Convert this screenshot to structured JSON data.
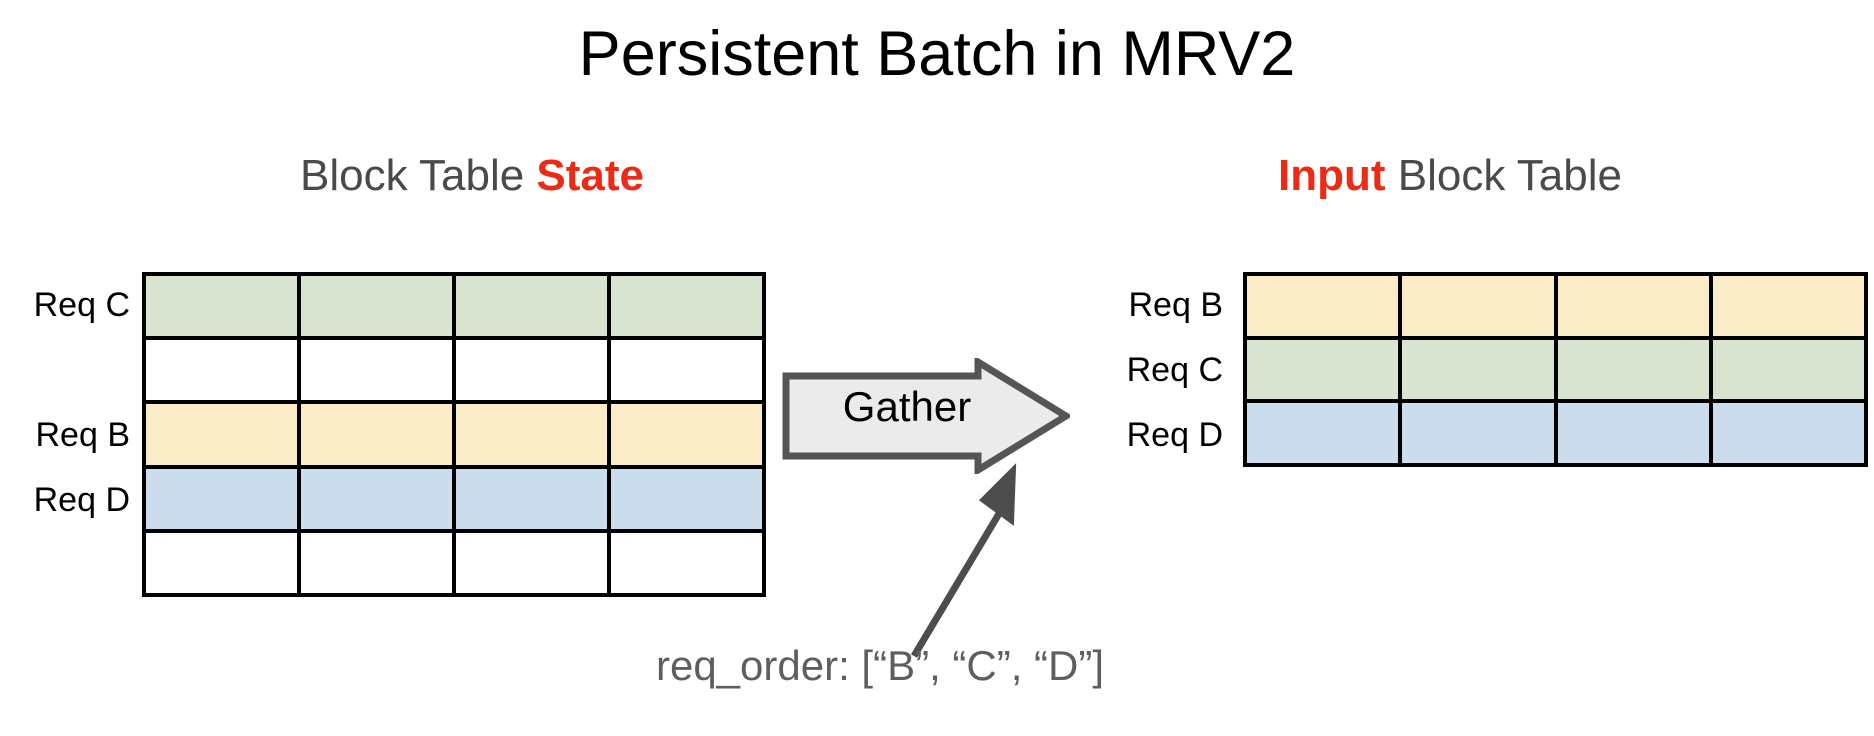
{
  "title": "Persistent Batch in MRV2",
  "colors": {
    "accent_red": "#ec2a15",
    "heading_gray": "#4a4a4a",
    "caption_gray": "#5e5e5e",
    "green_cell": "#d8e4d0",
    "yellow_cell": "#fbecc8",
    "blue_cell": "#cbdcec",
    "empty_cell": "#ffffff",
    "grid_line": "#000000",
    "arrow_fill": "#ebebeb",
    "arrow_stroke": "#555555",
    "annotation_arrow": "#4d4d4d"
  },
  "left_panel": {
    "heading_prefix": "Block Table ",
    "heading_accent": "State",
    "columns": 4,
    "rows": [
      {
        "label": "Req C",
        "fill": "green",
        "occupied": true
      },
      {
        "label": "",
        "fill": "empty",
        "occupied": false
      },
      {
        "label": "Req B",
        "fill": "yellow",
        "occupied": true
      },
      {
        "label": "Req D",
        "fill": "blue",
        "occupied": true
      },
      {
        "label": "",
        "fill": "empty",
        "occupied": false
      }
    ]
  },
  "right_panel": {
    "heading_accent": "Input",
    "heading_suffix": " Block Table",
    "columns": 4,
    "rows": [
      {
        "label": "Req B",
        "fill": "yellow",
        "occupied": true
      },
      {
        "label": "Req C",
        "fill": "green",
        "occupied": true
      },
      {
        "label": "Req D",
        "fill": "blue",
        "occupied": true
      }
    ]
  },
  "operation": {
    "label": "Gather"
  },
  "caption": {
    "text": "req_order: [“B”, “C”, “D”]"
  }
}
